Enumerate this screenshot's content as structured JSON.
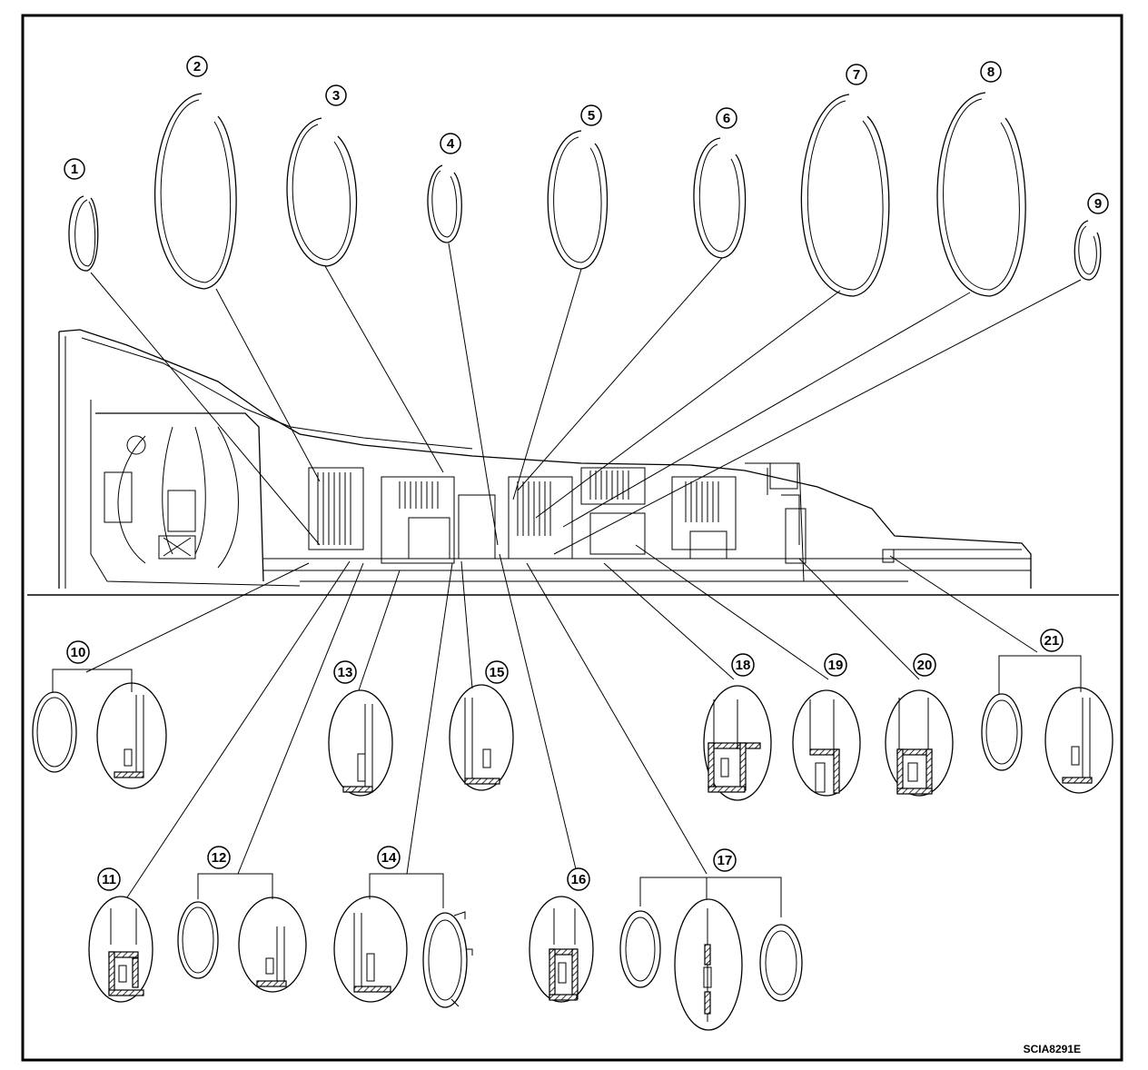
{
  "figure": {
    "code": "SCIA8291E",
    "frame_color": "#000000",
    "background_color": "#ffffff"
  },
  "callouts": [
    {
      "id": 1,
      "label": "1"
    },
    {
      "id": 2,
      "label": "2"
    },
    {
      "id": 3,
      "label": "3"
    },
    {
      "id": 4,
      "label": "4"
    },
    {
      "id": 5,
      "label": "5"
    },
    {
      "id": 6,
      "label": "6"
    },
    {
      "id": 7,
      "label": "7"
    },
    {
      "id": 8,
      "label": "8"
    },
    {
      "id": 9,
      "label": "9"
    },
    {
      "id": 10,
      "label": "10"
    },
    {
      "id": 11,
      "label": "11"
    },
    {
      "id": 12,
      "label": "12"
    },
    {
      "id": 13,
      "label": "13"
    },
    {
      "id": 14,
      "label": "14"
    },
    {
      "id": 15,
      "label": "15"
    },
    {
      "id": 16,
      "label": "16"
    },
    {
      "id": 17,
      "label": "17"
    },
    {
      "id": 18,
      "label": "18"
    },
    {
      "id": 19,
      "label": "19"
    },
    {
      "id": 20,
      "label": "20"
    },
    {
      "id": 21,
      "label": "21"
    }
  ]
}
